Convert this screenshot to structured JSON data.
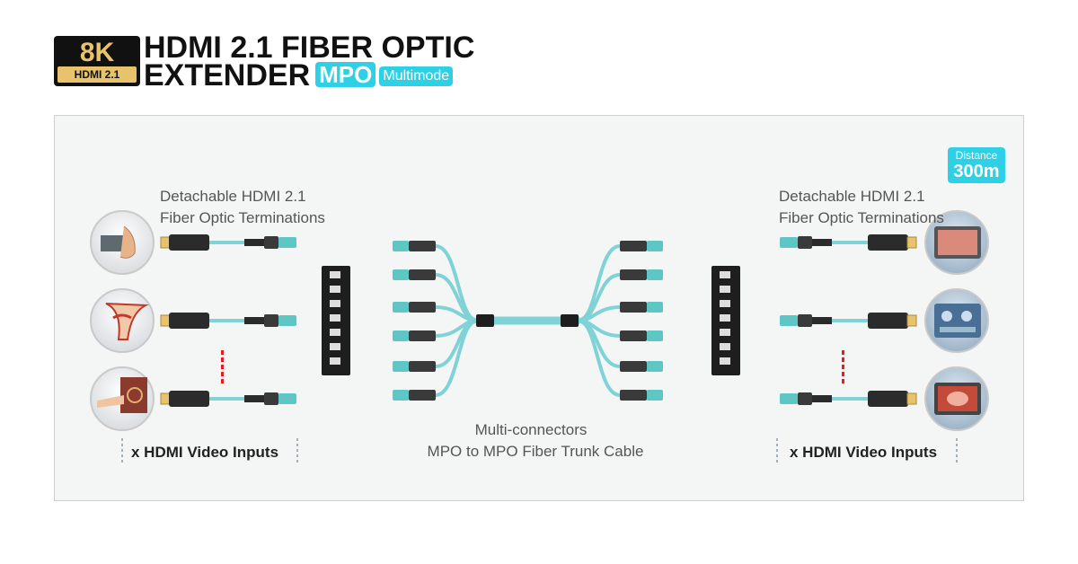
{
  "badge": {
    "resolution": "8K",
    "standard": "HDMI 2.1"
  },
  "title": {
    "line1": "HDMI 2.1 FIBER OPTIC",
    "line2": "EXTENDER",
    "mpo_tag": "MPO",
    "mode_tag": "Multimode"
  },
  "distance": {
    "label": "Distance",
    "value": "300m"
  },
  "left": {
    "termination_line1": "Detachable HDMI 2.1",
    "termination_line2": "Fiber Optic Terminations",
    "inputs_label": "x HDMI Video Inputs"
  },
  "right": {
    "termination_line1": "Detachable HDMI 2.1",
    "termination_line2": "Fiber Optic Terminations",
    "inputs_label": "x HDMI Video Inputs"
  },
  "trunk": {
    "line1": "Multi-connectors",
    "line2": "MPO to MPO Fiber Trunk Cable"
  },
  "colors": {
    "fiber": "#7fd3d6",
    "accent": "#2ed0e6",
    "gold": "#e8c36b",
    "connector": "#2b2b2b"
  }
}
